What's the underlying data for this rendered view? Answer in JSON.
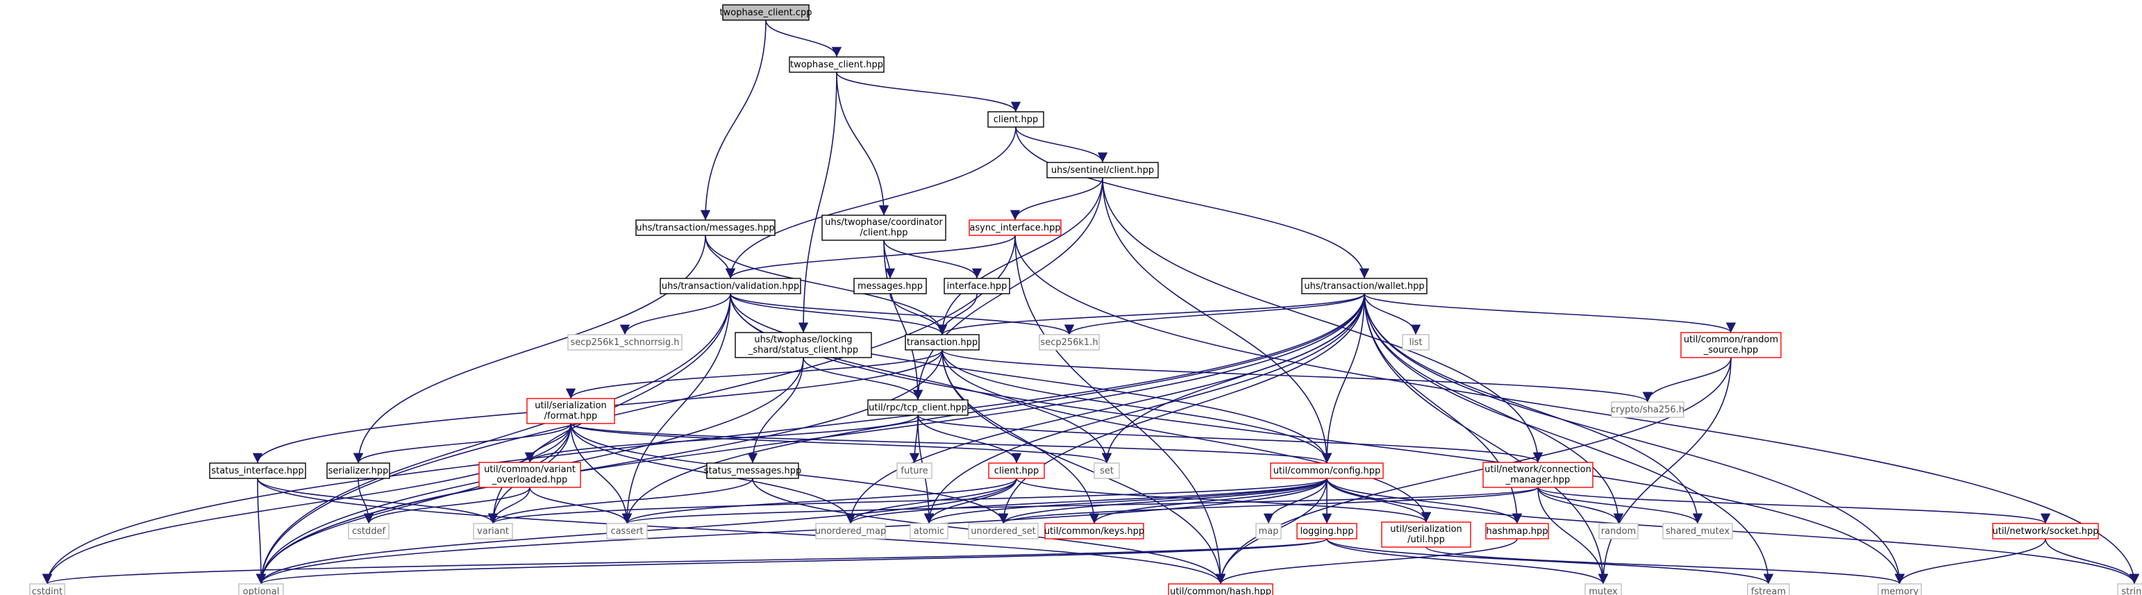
{
  "colors": {
    "edge": "#191970",
    "root_fill": "#bfbfbf",
    "root_border": "#000000",
    "normal_border": "#000000",
    "expandable_border": "#ff0000",
    "system_border": "#bfbfbf",
    "system_text": "#555555",
    "text": "#000000"
  },
  "nodes": [
    {
      "id": "root",
      "lines": [
        "twophase_client.cpp"
      ],
      "kind": "root"
    },
    {
      "id": "twophase_client_hpp",
      "lines": [
        "twophase_client.hpp"
      ],
      "kind": "normal"
    },
    {
      "id": "client_hpp_top",
      "lines": [
        "client.hpp"
      ],
      "kind": "normal"
    },
    {
      "id": "sentinel_client",
      "lines": [
        "uhs/sentinel/client.hpp"
      ],
      "kind": "normal"
    },
    {
      "id": "tx_messages",
      "lines": [
        "uhs/transaction/messages.hpp"
      ],
      "kind": "normal"
    },
    {
      "id": "coord_client",
      "lines": [
        "uhs/twophase/coordinator",
        "/client.hpp"
      ],
      "kind": "normal"
    },
    {
      "id": "async_interface",
      "lines": [
        "async_interface.hpp"
      ],
      "kind": "expandable"
    },
    {
      "id": "messages_hpp",
      "lines": [
        "messages.hpp"
      ],
      "kind": "normal"
    },
    {
      "id": "interface_hpp",
      "lines": [
        "interface.hpp"
      ],
      "kind": "normal"
    },
    {
      "id": "validation",
      "lines": [
        "uhs/transaction/validation.hpp"
      ],
      "kind": "normal"
    },
    {
      "id": "wallet",
      "lines": [
        "uhs/transaction/wallet.hpp"
      ],
      "kind": "normal"
    },
    {
      "id": "schnorrsig",
      "lines": [
        "secp256k1_schnorrsig.h"
      ],
      "kind": "system"
    },
    {
      "id": "locking",
      "lines": [
        "uhs/twophase/locking",
        "_shard/status_client.hpp"
      ],
      "kind": "normal"
    },
    {
      "id": "transaction",
      "lines": [
        "transaction.hpp"
      ],
      "kind": "normal"
    },
    {
      "id": "secp256k1",
      "lines": [
        "secp256k1.h"
      ],
      "kind": "system"
    },
    {
      "id": "list",
      "lines": [
        "list"
      ],
      "kind": "system"
    },
    {
      "id": "random_source",
      "lines": [
        "util/common/random",
        "_source.hpp"
      ],
      "kind": "expandable"
    },
    {
      "id": "serialization_format",
      "lines": [
        "util/serialization",
        "/format.hpp"
      ],
      "kind": "expandable"
    },
    {
      "id": "tcp_client",
      "lines": [
        "util/rpc/tcp_client.hpp"
      ],
      "kind": "normal"
    },
    {
      "id": "sha256",
      "lines": [
        "crypto/sha256.h"
      ],
      "kind": "system"
    },
    {
      "id": "future",
      "lines": [
        "future"
      ],
      "kind": "system"
    },
    {
      "id": "set",
      "lines": [
        "set"
      ],
      "kind": "system"
    },
    {
      "id": "status_interface",
      "lines": [
        "status_interface.hpp"
      ],
      "kind": "normal"
    },
    {
      "id": "serializer",
      "lines": [
        "serializer.hpp"
      ],
      "kind": "normal"
    },
    {
      "id": "variant_overloaded",
      "lines": [
        "util/common/variant",
        "_overloaded.hpp"
      ],
      "kind": "expandable"
    },
    {
      "id": "status_messages",
      "lines": [
        "status_messages.hpp"
      ],
      "kind": "normal"
    },
    {
      "id": "client_hpp_red",
      "lines": [
        "client.hpp"
      ],
      "kind": "expandable"
    },
    {
      "id": "config",
      "lines": [
        "util/common/config.hpp"
      ],
      "kind": "expandable"
    },
    {
      "id": "connection_manager",
      "lines": [
        "util/network/connection",
        "_manager.hpp"
      ],
      "kind": "expandable"
    },
    {
      "id": "cstddef",
      "lines": [
        "cstddef"
      ],
      "kind": "system"
    },
    {
      "id": "variant",
      "lines": [
        "variant"
      ],
      "kind": "system"
    },
    {
      "id": "cassert",
      "lines": [
        "cassert"
      ],
      "kind": "system"
    },
    {
      "id": "unordered_map",
      "lines": [
        "unordered_map"
      ],
      "kind": "system"
    },
    {
      "id": "atomic",
      "lines": [
        "atomic"
      ],
      "kind": "system"
    },
    {
      "id": "unordered_set",
      "lines": [
        "unordered_set"
      ],
      "kind": "system"
    },
    {
      "id": "keys",
      "lines": [
        "util/common/keys.hpp"
      ],
      "kind": "expandable"
    },
    {
      "id": "map",
      "lines": [
        "map"
      ],
      "kind": "system"
    },
    {
      "id": "logging",
      "lines": [
        "logging.hpp"
      ],
      "kind": "expandable"
    },
    {
      "id": "ser_util",
      "lines": [
        "util/serialization",
        "/util.hpp"
      ],
      "kind": "expandable"
    },
    {
      "id": "hashmap",
      "lines": [
        "hashmap.hpp"
      ],
      "kind": "expandable"
    },
    {
      "id": "random",
      "lines": [
        "random"
      ],
      "kind": "system"
    },
    {
      "id": "shared_mutex",
      "lines": [
        "shared_mutex"
      ],
      "kind": "system"
    },
    {
      "id": "socket",
      "lines": [
        "util/network/socket.hpp"
      ],
      "kind": "expandable"
    },
    {
      "id": "cstdint",
      "lines": [
        "cstdint"
      ],
      "kind": "system"
    },
    {
      "id": "optional",
      "lines": [
        "optional"
      ],
      "kind": "system"
    },
    {
      "id": "hash",
      "lines": [
        "util/common/hash.hpp"
      ],
      "kind": "expandable"
    },
    {
      "id": "mutex",
      "lines": [
        "mutex"
      ],
      "kind": "system"
    },
    {
      "id": "fstream",
      "lines": [
        "fstream"
      ],
      "kind": "system"
    },
    {
      "id": "memory",
      "lines": [
        "memory"
      ],
      "kind": "system"
    },
    {
      "id": "string",
      "lines": [
        "string"
      ],
      "kind": "system"
    }
  ],
  "edges": [
    [
      "root",
      "twophase_client_hpp"
    ],
    [
      "root",
      "tx_messages"
    ],
    [
      "twophase_client_hpp",
      "client_hpp_top"
    ],
    [
      "twophase_client_hpp",
      "coord_client"
    ],
    [
      "twophase_client_hpp",
      "locking"
    ],
    [
      "client_hpp_top",
      "sentinel_client"
    ],
    [
      "client_hpp_top",
      "wallet"
    ],
    [
      "client_hpp_top",
      "validation"
    ],
    [
      "sentinel_client",
      "async_interface"
    ],
    [
      "sentinel_client",
      "transaction"
    ],
    [
      "sentinel_client",
      "tcp_client"
    ],
    [
      "sentinel_client",
      "config"
    ],
    [
      "sentinel_client",
      "connection_manager"
    ],
    [
      "tx_messages",
      "validation"
    ],
    [
      "tx_messages",
      "transaction"
    ],
    [
      "tx_messages",
      "serializer"
    ],
    [
      "coord_client",
      "messages_hpp"
    ],
    [
      "coord_client",
      "interface_hpp"
    ],
    [
      "coord_client",
      "tcp_client"
    ],
    [
      "async_interface",
      "validation"
    ],
    [
      "async_interface",
      "optional"
    ],
    [
      "async_interface",
      "hash"
    ],
    [
      "async_interface",
      "string"
    ],
    [
      "messages_hpp",
      "transaction"
    ],
    [
      "interface_hpp",
      "transaction"
    ],
    [
      "validation",
      "transaction"
    ],
    [
      "validation",
      "schnorrsig"
    ],
    [
      "validation",
      "secp256k1"
    ],
    [
      "validation",
      "optional"
    ],
    [
      "validation",
      "variant"
    ],
    [
      "validation",
      "cassert"
    ],
    [
      "validation",
      "set"
    ],
    [
      "validation",
      "config"
    ],
    [
      "validation",
      "memory"
    ],
    [
      "wallet",
      "transaction"
    ],
    [
      "wallet",
      "secp256k1"
    ],
    [
      "wallet",
      "list"
    ],
    [
      "wallet",
      "random_source"
    ],
    [
      "wallet",
      "set"
    ],
    [
      "wallet",
      "config"
    ],
    [
      "wallet",
      "optional"
    ],
    [
      "wallet",
      "cstdint"
    ],
    [
      "wallet",
      "random"
    ],
    [
      "wallet",
      "shared_mutex"
    ],
    [
      "wallet",
      "unordered_map"
    ],
    [
      "wallet",
      "unordered_set"
    ],
    [
      "wallet",
      "hashmap"
    ],
    [
      "wallet",
      "mutex"
    ],
    [
      "wallet",
      "fstream"
    ],
    [
      "wallet",
      "memory"
    ],
    [
      "wallet",
      "atomic"
    ],
    [
      "wallet",
      "cassert"
    ],
    [
      "locking",
      "tcp_client"
    ],
    [
      "locking",
      "status_messages"
    ],
    [
      "locking",
      "optional"
    ],
    [
      "transaction",
      "serialization_format"
    ],
    [
      "transaction",
      "sha256"
    ],
    [
      "transaction",
      "keys"
    ],
    [
      "transaction",
      "hash"
    ],
    [
      "transaction",
      "ser_util"
    ],
    [
      "transaction",
      "config"
    ],
    [
      "transaction",
      "status_interface"
    ],
    [
      "transaction",
      "optional"
    ],
    [
      "random_source",
      "sha256"
    ],
    [
      "random_source",
      "hash"
    ],
    [
      "random_source",
      "mutex"
    ],
    [
      "serialization_format",
      "serializer"
    ],
    [
      "serialization_format",
      "variant_overloaded"
    ],
    [
      "serialization_format",
      "set"
    ],
    [
      "serialization_format",
      "cassert"
    ],
    [
      "serialization_format",
      "variant"
    ],
    [
      "serialization_format",
      "unordered_map"
    ],
    [
      "serialization_format",
      "unordered_set"
    ],
    [
      "serialization_format",
      "optional"
    ],
    [
      "serialization_format",
      "cstdint"
    ],
    [
      "serialization_format",
      "config"
    ],
    [
      "tcp_client",
      "future"
    ],
    [
      "tcp_client",
      "client_hpp_red"
    ],
    [
      "tcp_client",
      "connection_manager"
    ],
    [
      "tcp_client",
      "variant_overloaded"
    ],
    [
      "tcp_client",
      "atomic"
    ],
    [
      "status_interface",
      "variant"
    ],
    [
      "status_interface",
      "optional"
    ],
    [
      "status_interface",
      "hash"
    ],
    [
      "serializer",
      "cstddef"
    ],
    [
      "variant_overloaded",
      "variant"
    ],
    [
      "variant_overloaded",
      "cstddef"
    ],
    [
      "variant_overloaded",
      "cassert"
    ],
    [
      "status_messages",
      "variant"
    ],
    [
      "status_messages",
      "hash"
    ],
    [
      "client_hpp_red",
      "atomic"
    ],
    [
      "client_hpp_red",
      "cassert"
    ],
    [
      "client_hpp_red",
      "unordered_map"
    ],
    [
      "client_hpp_red",
      "optional"
    ],
    [
      "client_hpp_red",
      "ser_util"
    ],
    [
      "config",
      "variant"
    ],
    [
      "config",
      "map"
    ],
    [
      "config",
      "logging"
    ],
    [
      "config",
      "ser_util"
    ],
    [
      "config",
      "hashmap"
    ],
    [
      "config",
      "keys"
    ],
    [
      "config",
      "unordered_map"
    ],
    [
      "config",
      "unordered_set"
    ],
    [
      "config",
      "optional"
    ],
    [
      "config",
      "hash"
    ],
    [
      "config",
      "atomic"
    ],
    [
      "config",
      "string"
    ],
    [
      "connection_manager",
      "random"
    ],
    [
      "connection_manager",
      "shared_mutex"
    ],
    [
      "connection_manager",
      "mutex"
    ],
    [
      "connection_manager",
      "socket"
    ],
    [
      "connection_manager",
      "cassert"
    ],
    [
      "connection_manager",
      "unordered_set"
    ],
    [
      "logging",
      "optional"
    ],
    [
      "logging",
      "cstdint"
    ],
    [
      "logging",
      "mutex"
    ],
    [
      "logging",
      "fstream"
    ],
    [
      "ser_util",
      "memory"
    ],
    [
      "hashmap",
      "hash"
    ],
    [
      "socket",
      "string"
    ],
    [
      "socket",
      "memory"
    ]
  ]
}
